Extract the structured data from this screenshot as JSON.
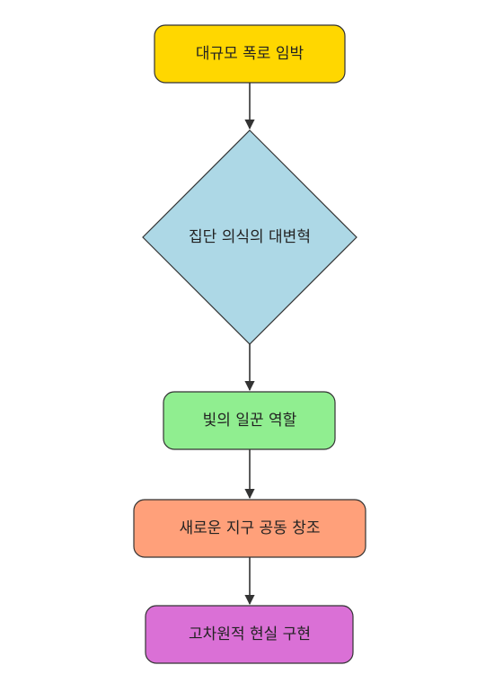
{
  "diagram": {
    "type": "flowchart",
    "nodes": [
      {
        "id": "n1",
        "shape": "rounded-rect",
        "label": "대규모 폭로 임박",
        "color": "#FFD700"
      },
      {
        "id": "n2",
        "shape": "diamond",
        "label": "집단 의식의 대변혁",
        "color": "#ADD8E6"
      },
      {
        "id": "n3",
        "shape": "rounded-rect",
        "label": "빛의 일꾼 역할",
        "color": "#90EE90"
      },
      {
        "id": "n4",
        "shape": "rounded-rect",
        "label": "새로운 지구 공동 창조",
        "color": "#FFA07A"
      },
      {
        "id": "n5",
        "shape": "rounded-rect",
        "label": "고차원적 현실 구현",
        "color": "#DA70D6"
      }
    ],
    "edges": [
      {
        "from": "n1",
        "to": "n2"
      },
      {
        "from": "n2",
        "to": "n3"
      },
      {
        "from": "n3",
        "to": "n4"
      },
      {
        "from": "n4",
        "to": "n5"
      }
    ]
  }
}
